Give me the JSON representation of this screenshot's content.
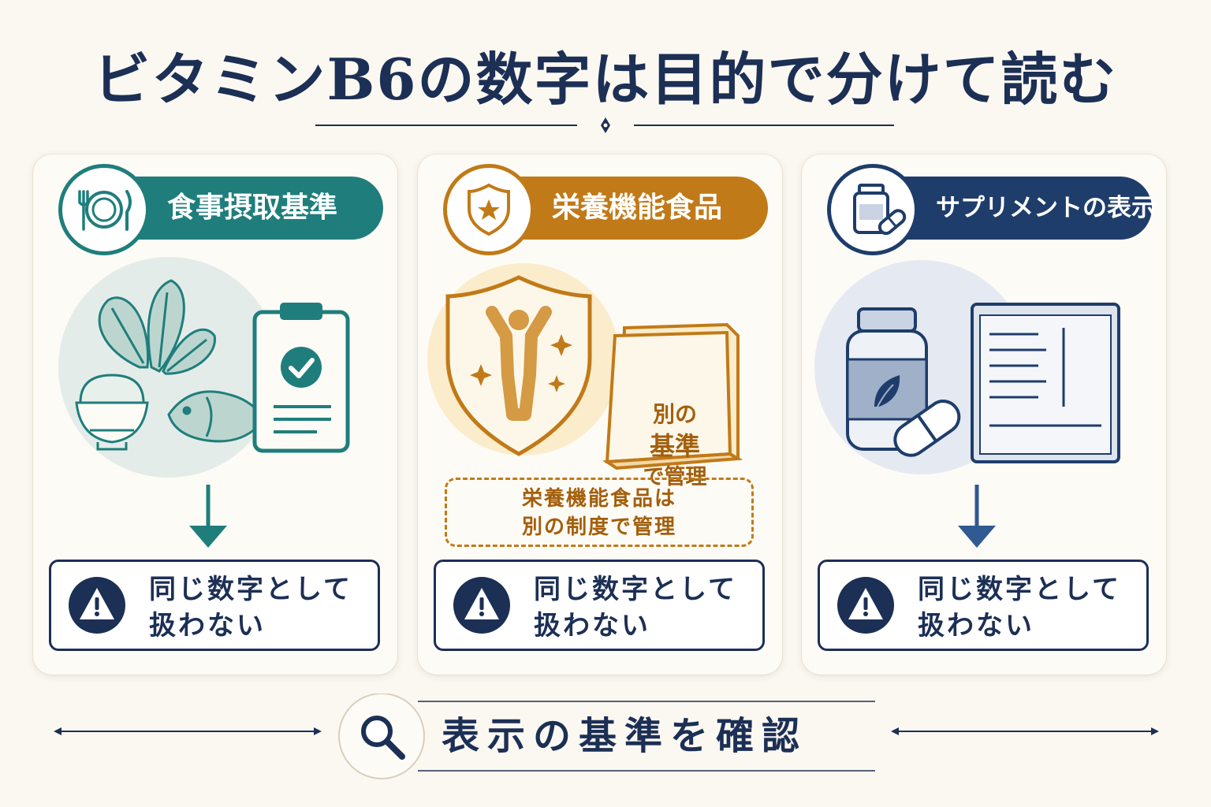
{
  "title": "ビタミンB6の数字は目的で分けて読む",
  "colors": {
    "navy": "#1c2f55",
    "teal": "#1f7e7c",
    "amber": "#c17a18",
    "blue": "#1e3d6b",
    "background": "#fbf8f1"
  },
  "cards": [
    {
      "label": "食事摂取基準",
      "badge_icon": "plate-fork-knife-icon",
      "illustration": [
        "spinach-icon",
        "rice-bowl-icon",
        "fish-icon",
        "clipboard-check-icon"
      ],
      "warning_line1": "同じ数字として",
      "warning_line2": "扱わない"
    },
    {
      "label": "栄養機能食品",
      "badge_icon": "shield-star-icon",
      "illustration": [
        "shield-person-icon",
        "book-icon"
      ],
      "book_line1": "別の",
      "book_line2": "基準",
      "book_line3": "で管理",
      "note_line1": "栄養機能食品は",
      "note_line2": "別の制度で管理",
      "warning_line1": "同じ数字として",
      "warning_line2": "扱わない"
    },
    {
      "label": "サプリメントの表示",
      "badge_icon": "supplement-bottle-icon",
      "illustration": [
        "supplement-bottle-icon",
        "capsule-icon",
        "label-panel-icon"
      ],
      "warning_line1": "同じ数字として",
      "warning_line2": "扱わない"
    }
  ],
  "footer": {
    "label": "表示の基準を確認",
    "icon": "magnifier-icon"
  }
}
